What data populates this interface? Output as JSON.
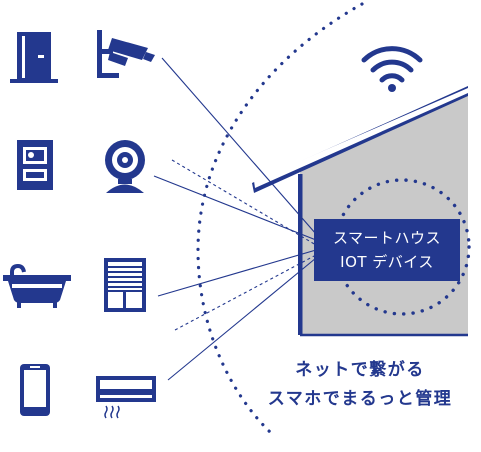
{
  "colors": {
    "navy": "#23388e",
    "house_gray": "#c9c9c9",
    "white": "#ffffff"
  },
  "hub": {
    "line1": "スマートハウス",
    "line2": "IOT デバイス"
  },
  "caption": {
    "line1": "ネットで繋がる",
    "line2": "スマホでまるっと管理"
  },
  "icons": [
    "door-icon",
    "security-camera-icon",
    "intercom-icon",
    "webcam-icon",
    "bathtub-icon",
    "window-shutter-icon",
    "smartphone-icon",
    "air-conditioner-icon",
    "wifi-icon",
    "house-icon"
  ]
}
